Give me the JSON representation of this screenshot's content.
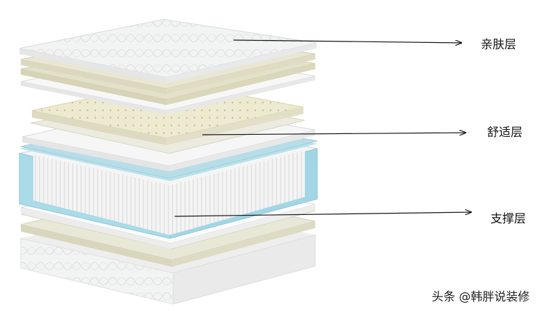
{
  "labels": {
    "top": "亲肤层",
    "middle": "舒适层",
    "bottom": "支撑层"
  },
  "watermark": "头条 @韩胖说装修",
  "colors": {
    "quilt": "#f1f2f2",
    "cream": "#e6e4cf",
    "latex": "#eeeacf",
    "foam_blue": "#a8dbe8",
    "white_layer": "#f8f8f8",
    "spring": "#f0f0f0",
    "arrow": "#111111"
  }
}
